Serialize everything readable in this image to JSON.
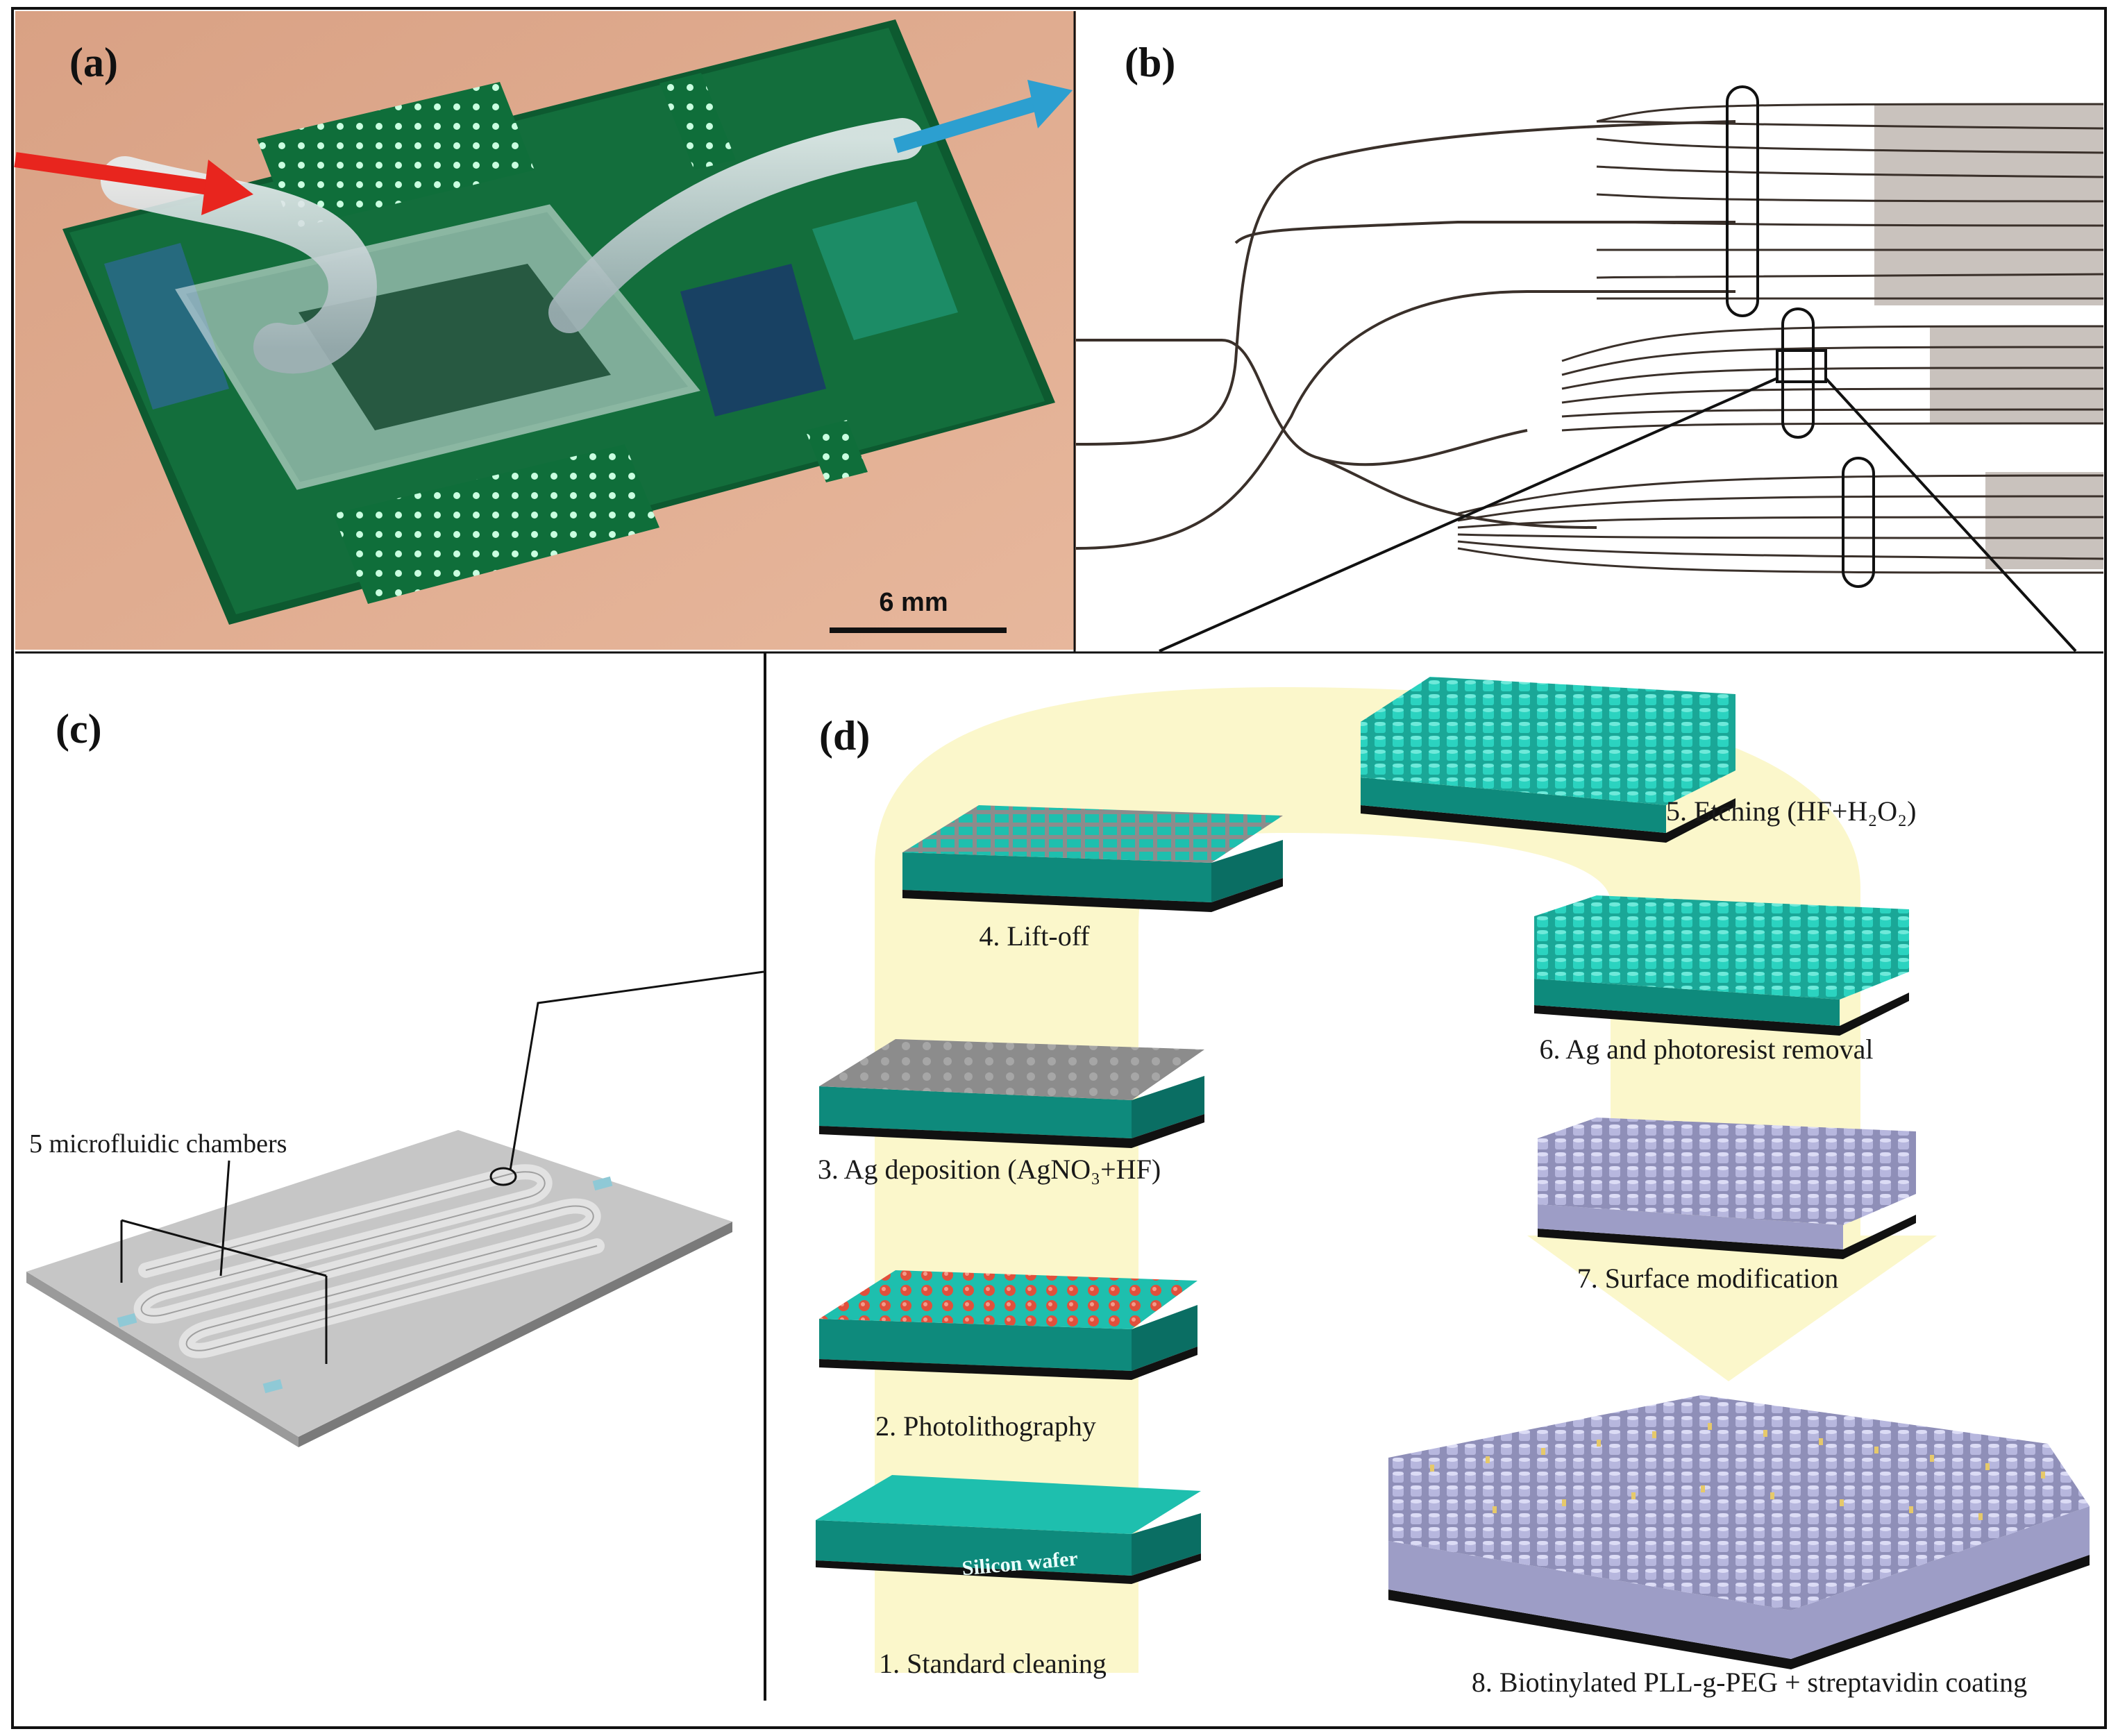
{
  "panels": {
    "a": {
      "label": "(a)",
      "scale_bar": "6 mm"
    },
    "b": {
      "label": "(b)"
    },
    "c": {
      "label": "(c)",
      "callout": "5 microfluidic chambers"
    },
    "d": {
      "label": "(d)",
      "wafer_label": "Silicon wafer",
      "steps": {
        "s1": "1. Standard cleaning",
        "s2": "2. Photolithography",
        "s3": "3. Ag deposition (AgNO₃+HF)",
        "s4": "4. Lift-off",
        "s5": "5. Etching (HF+H₂O₂)",
        "s6": "6. Ag and photoresist removal",
        "s7": "7. Surface modification",
        "s8": "8. Biotinylated PLL-g-PEG + streptavidin coating"
      }
    }
  },
  "colors": {
    "teal": "#1ebfae",
    "teal_dark": "#0e8a7c",
    "gray_top": "#8c8c8c",
    "lavender": "#b3b3d9",
    "resist_red": "#e0503c",
    "arrow_yellow": "#fbf7c8",
    "chip_green": "#0f6e3a",
    "background_skin": "#d9a184"
  }
}
